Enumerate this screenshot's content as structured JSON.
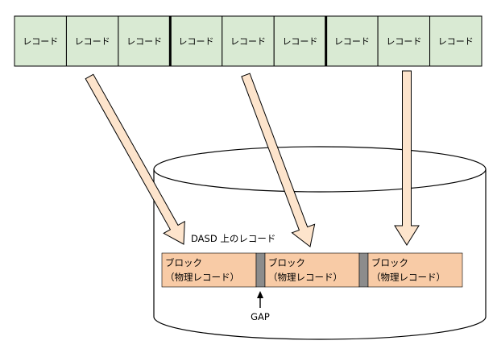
{
  "records_bar": {
    "record_label": "レコード",
    "record_count": 9,
    "block_size": 3,
    "fill_color": "#d9ead3",
    "border_color": "#000000"
  },
  "disk": {
    "label": "DASD 上のレコード"
  },
  "blocks": [
    {
      "title": "ブロック",
      "subtitle": "（物理レコード）"
    },
    {
      "title": "ブロック",
      "subtitle": "（物理レコード）"
    },
    {
      "title": "ブロック",
      "subtitle": "（物理レコード）"
    }
  ],
  "block_fill_color": "#f8cba6",
  "gap_color": "#8c8c8c",
  "arrow_fill_color": "#fde4cc",
  "gap_label": "GAP"
}
